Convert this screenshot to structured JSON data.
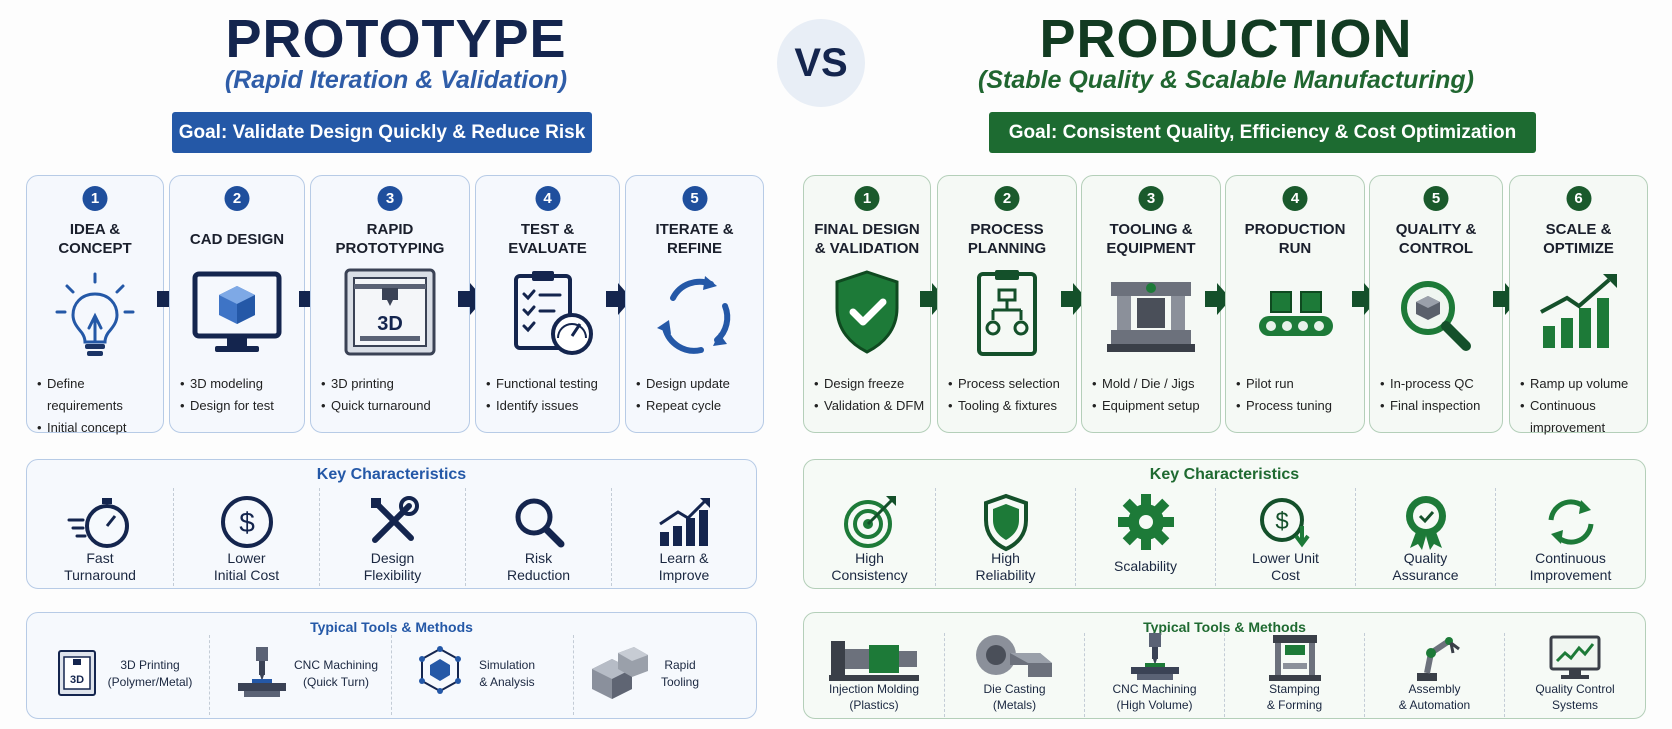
{
  "vs": "VS",
  "prototype": {
    "title": "PROTOTYPE",
    "subtitle": "(Rapid Iteration & Validation)",
    "goal": "Goal: Validate Design Quickly & Reduce Risk",
    "steps": [
      {
        "num": "1",
        "title": "IDEA &\nCONCEPT",
        "icon": "lightbulb-icon",
        "bullets": [
          "Define requirements",
          "Initial concept"
        ]
      },
      {
        "num": "2",
        "title": "CAD DESIGN",
        "icon": "monitor-cube-icon",
        "bullets": [
          "3D modeling",
          "Design for test"
        ]
      },
      {
        "num": "3",
        "title": "RAPID\nPROTOTYPING",
        "icon": "3d-printer-icon",
        "label": "3D",
        "bullets": [
          "3D printing",
          "Quick turnaround"
        ]
      },
      {
        "num": "4",
        "title": "TEST &\nEVALUATE",
        "icon": "clipboard-gauge-icon",
        "bullets": [
          "Functional testing",
          "Identify issues"
        ]
      },
      {
        "num": "5",
        "title": "ITERATE &\nREFINE",
        "icon": "cycle-arrows-icon",
        "bullets": [
          "Design update",
          "Repeat cycle"
        ]
      }
    ],
    "characteristics": {
      "title": "Key Characteristics",
      "items": [
        {
          "label": "Fast\nTurnaround",
          "icon": "stopwatch-icon"
        },
        {
          "label": "Lower\nInitial Cost",
          "icon": "dollar-coin-icon"
        },
        {
          "label": "Design\nFlexibility",
          "icon": "tools-icon"
        },
        {
          "label": "Risk\nReduction",
          "icon": "magnifier-icon"
        },
        {
          "label": "Learn &\nImprove",
          "icon": "growth-chart-icon"
        }
      ]
    },
    "tools": {
      "title": "Typical Tools & Methods",
      "items": [
        {
          "label": "3D Printing\n(Polymer/Metal)",
          "icon": "3d-printer-small-icon",
          "icon_text": "3D"
        },
        {
          "label": "CNC Machining\n(Quick Turn)",
          "icon": "cnc-machine-icon"
        },
        {
          "label": "Simulation\n& Analysis",
          "icon": "simulation-cube-icon"
        },
        {
          "label": "Rapid\nTooling",
          "icon": "rapid-tooling-icon"
        }
      ]
    }
  },
  "production": {
    "title": "PRODUCTION",
    "subtitle": "(Stable Quality & Scalable Manufacturing)",
    "goal": "Goal: Consistent Quality, Efficiency & Cost Optimization",
    "steps": [
      {
        "num": "1",
        "title": "FINAL DESIGN\n& VALIDATION",
        "icon": "shield-check-icon",
        "bullets": [
          "Design freeze",
          "Validation & DFM"
        ]
      },
      {
        "num": "2",
        "title": "PROCESS\nPLANNING",
        "icon": "clipboard-flowchart-icon",
        "bullets": [
          "Process selection",
          "Tooling & fixtures"
        ]
      },
      {
        "num": "3",
        "title": "TOOLING &\nEQUIPMENT",
        "icon": "mold-tooling-icon",
        "bullets": [
          "Mold / Die / Jigs",
          "Equipment setup"
        ]
      },
      {
        "num": "4",
        "title": "PRODUCTION\nRUN",
        "icon": "conveyor-icon",
        "bullets": [
          "Pilot run",
          "Process tuning"
        ]
      },
      {
        "num": "5",
        "title": "QUALITY &\nCONTROL",
        "icon": "magnifier-cube-icon",
        "bullets": [
          "In-process QC",
          "Final inspection"
        ]
      },
      {
        "num": "6",
        "title": "SCALE &\nOPTIMIZE",
        "icon": "growth-chart-icon",
        "bullets": [
          "Ramp up volume",
          "Continuous improvement"
        ]
      }
    ],
    "characteristics": {
      "title": "Key Characteristics",
      "items": [
        {
          "label": "High\nConsistency",
          "icon": "target-icon"
        },
        {
          "label": "High\nReliability",
          "icon": "shield-icon"
        },
        {
          "label": "Scalability",
          "icon": "gear-icon"
        },
        {
          "label": "Lower Unit\nCost",
          "icon": "dollar-down-icon"
        },
        {
          "label": "Quality\nAssurance",
          "icon": "award-badge-icon"
        },
        {
          "label": "Continuous\nImprovement",
          "icon": "refresh-icon"
        }
      ]
    },
    "tools": {
      "title": "Typical Tools & Methods",
      "items": [
        {
          "label": "Injection Molding\n(Plastics)",
          "icon": "injection-molding-icon"
        },
        {
          "label": "Die Casting\n(Metals)",
          "icon": "die-casting-icon"
        },
        {
          "label": "CNC Machining\n(High Volume)",
          "icon": "cnc-machine-icon"
        },
        {
          "label": "Stamping\n& Forming",
          "icon": "stamping-press-icon"
        },
        {
          "label": "Assembly\n& Automation",
          "icon": "robot-arm-icon"
        },
        {
          "label": "Quality Control\nSystems",
          "icon": "qc-monitor-icon"
        }
      ]
    }
  }
}
